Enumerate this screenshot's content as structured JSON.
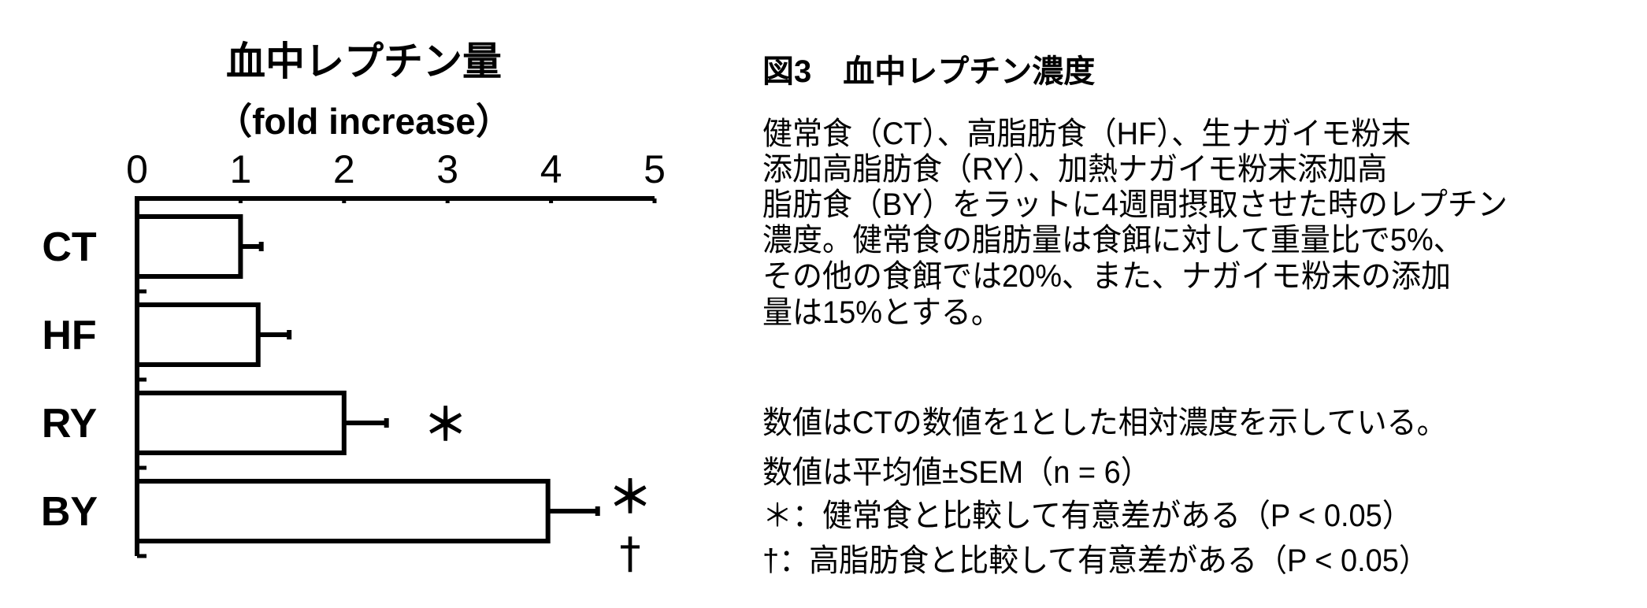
{
  "chart_data": {
    "type": "bar",
    "orientation": "horizontal",
    "title": "血中レプチン量",
    "subtitle": "（fold increase）",
    "categories": [
      "CT",
      "HF",
      "RY",
      "BY"
    ],
    "values": [
      1.0,
      1.17,
      2.0,
      3.97
    ],
    "error": [
      0.2,
      0.3,
      0.41,
      0.48
    ],
    "annotations": [
      "",
      "",
      "＊",
      "＊ †"
    ],
    "xlim": [
      0,
      5
    ],
    "xticks": [
      "0",
      "1",
      "2",
      "3",
      "4",
      "5"
    ],
    "axis_position": "top",
    "grid": false,
    "bar_fill": "#ffffff",
    "bar_stroke": "#000000"
  },
  "figure_caption": {
    "title": "図3　血中レプチン濃度",
    "paragraph1": [
      "健常食（CT）、高脂肪食（HF）、生ナガイモ粉末",
      "添加高脂肪食（RY）、加熱ナガイモ粉末添加高",
      "脂肪食（BY）をラットに4週間摂取させた時のレプチン",
      "濃度。健常食の脂肪量は食餌に対して重量比で5%、",
      "その他の食餌では20%、また、ナガイモ粉末の添加",
      "量は15%とする。"
    ],
    "paragraph2": [
      "数値はCTの数値を1とした相対濃度を示している。",
      "数値は平均値±SEM（n = 6）",
      "＊：健常食と比較して有意差がある（P < 0.05）",
      "†：高脂肪食と比較して有意差がある（P < 0.05）"
    ]
  }
}
